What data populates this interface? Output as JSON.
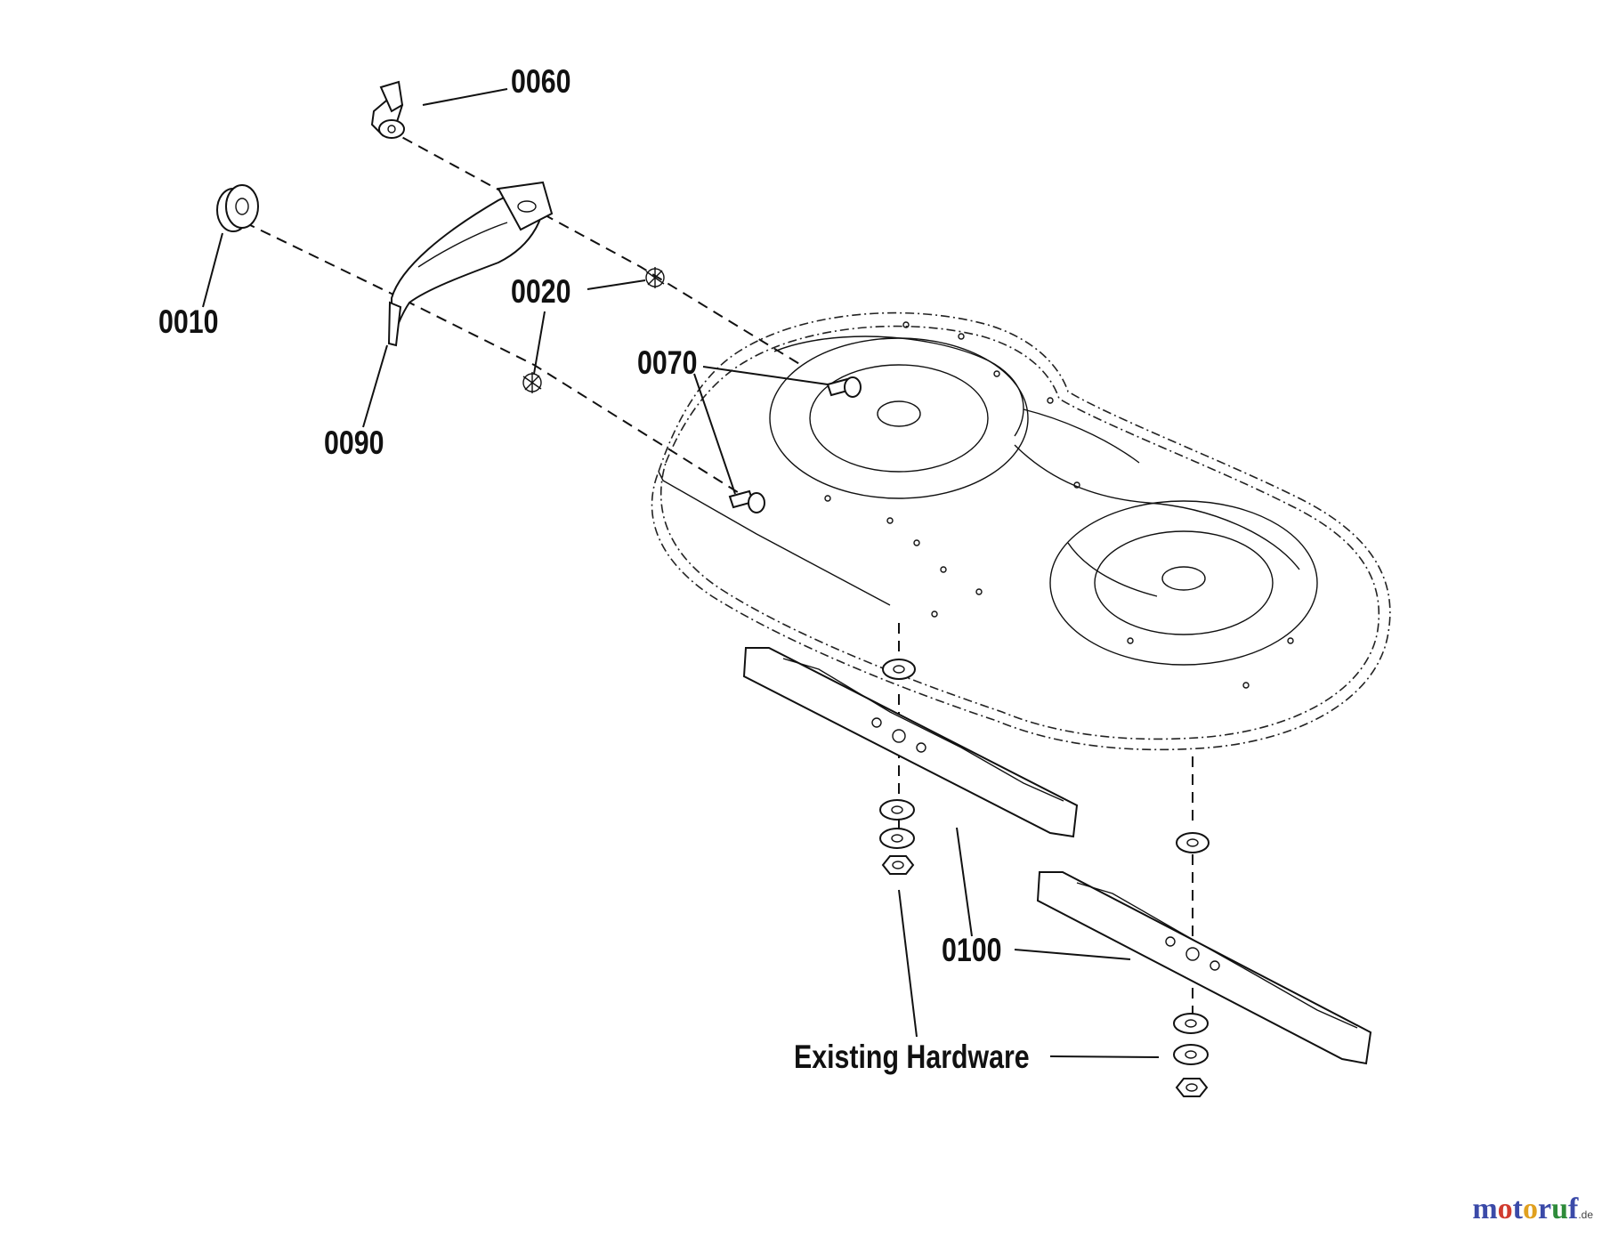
{
  "labels": {
    "part_0060": "0060",
    "part_0010": "0010",
    "part_0020": "0020",
    "part_0090": "0090",
    "part_0070": "0070",
    "part_0100": "0100",
    "existing_hardware": "Existing Hardware"
  },
  "watermark": {
    "m1": "m",
    "o1": "o",
    "t": "t",
    "o2": "o",
    "r": "r",
    "u": "u",
    "f": "f",
    "suffix": ".de",
    "colors": {
      "m1": "#3b4aa8",
      "o1": "#d13b2f",
      "t": "#3b4aa8",
      "o2": "#e0a020",
      "r": "#3b4aa8",
      "u": "#2e8b3a",
      "f": "#3b4aa8",
      "suffix": "#444444"
    }
  }
}
